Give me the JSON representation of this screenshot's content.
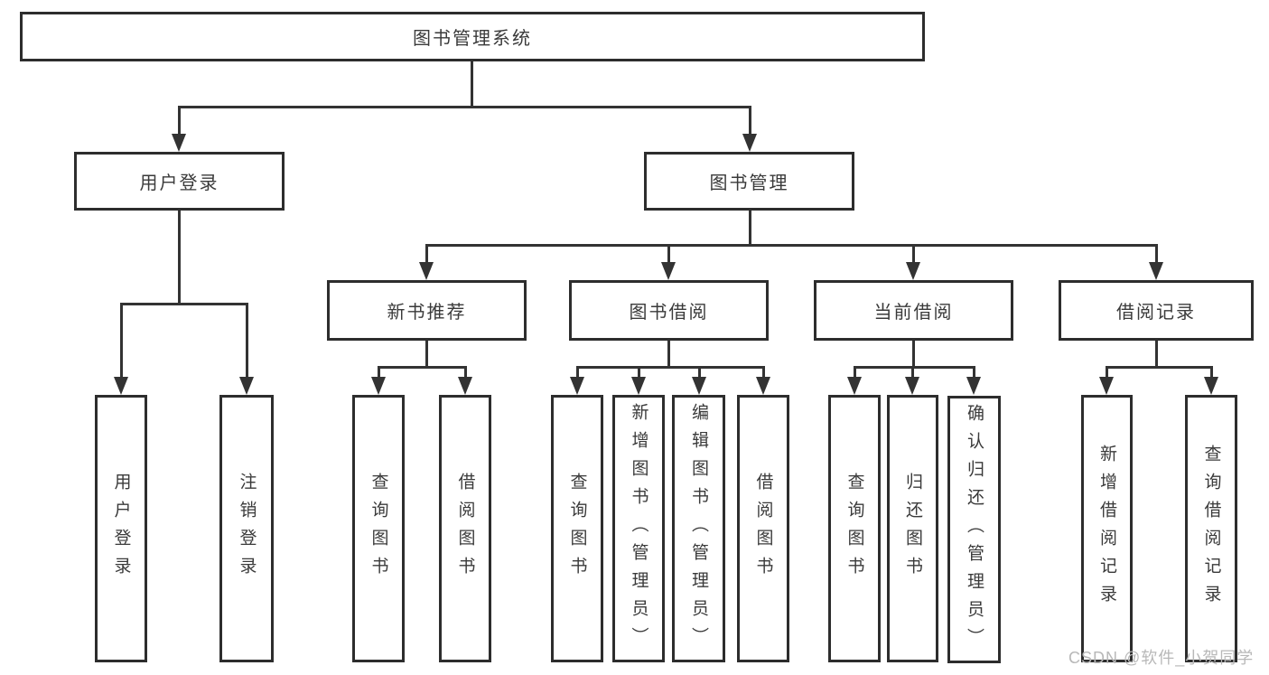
{
  "tree": {
    "root": {
      "label": "图书管理系统"
    },
    "branches": [
      {
        "label": "用户登录",
        "children": [
          {
            "label": "用户登录"
          },
          {
            "label": "注销登录"
          }
        ]
      },
      {
        "label": "图书管理",
        "children": [
          {
            "label": "新书推荐",
            "children": [
              {
                "label": "查询图书"
              },
              {
                "label": "借阅图书"
              }
            ]
          },
          {
            "label": "图书借阅",
            "children": [
              {
                "label": "查询图书"
              },
              {
                "label": "新增图书（管理员）"
              },
              {
                "label": "编辑图书（管理员）"
              },
              {
                "label": "借阅图书"
              }
            ]
          },
          {
            "label": "当前借阅",
            "children": [
              {
                "label": "查询图书"
              },
              {
                "label": "归还图书"
              },
              {
                "label": "确认归还（管理员）"
              }
            ]
          },
          {
            "label": "借阅记录",
            "children": [
              {
                "label": "新增借阅记录"
              },
              {
                "label": "查询借阅记录"
              }
            ]
          }
        ]
      }
    ]
  },
  "watermark": {
    "text": "CSDN @软件_小贺同学"
  },
  "colors": {
    "line": "#333333",
    "border": "#2d2d2d",
    "text": "#3a3a3a",
    "watermark": "#b8b8b8",
    "background": "#ffffff"
  }
}
